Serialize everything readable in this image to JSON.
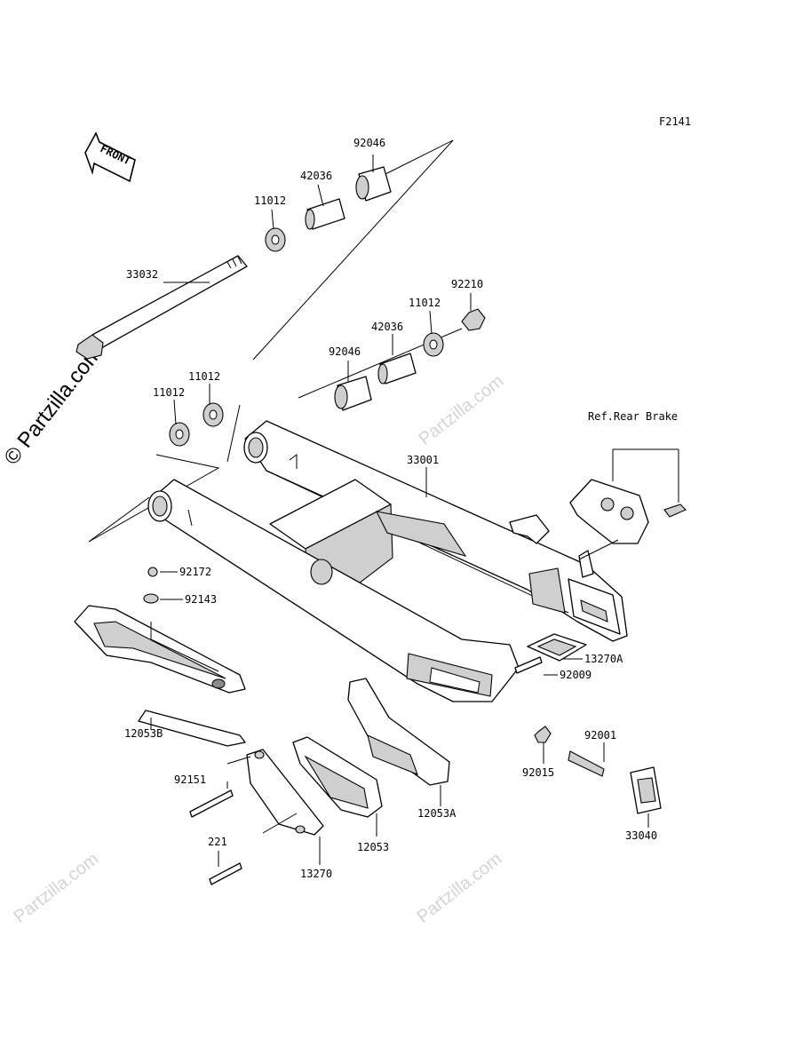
{
  "diagram": {
    "code": "F2141",
    "front_label": "FRONT",
    "ref_note": "Ref.Rear Brake",
    "watermark": "© Partzilla.com",
    "watermark_faint": "Partzilla.com",
    "labels": {
      "p92046_top": "92046",
      "p42036_top": "42036",
      "p11012_top": "11012",
      "p33032": "33032",
      "p92210": "92210",
      "p11012_mid": "11012",
      "p42036_mid": "42036",
      "p92046_mid": "92046",
      "p11012_left_a": "11012",
      "p11012_left_b": "11012",
      "p33001": "33001",
      "p92172": "92172",
      "p92143": "92143",
      "p12053B": "12053B",
      "p13270A": "13270A",
      "p92009": "92009",
      "p92001": "92001",
      "p92015": "92015",
      "p92151": "92151",
      "p12053A": "12053A",
      "p33040": "33040",
      "p12053": "12053",
      "p221": "221",
      "p13270": "13270"
    }
  }
}
